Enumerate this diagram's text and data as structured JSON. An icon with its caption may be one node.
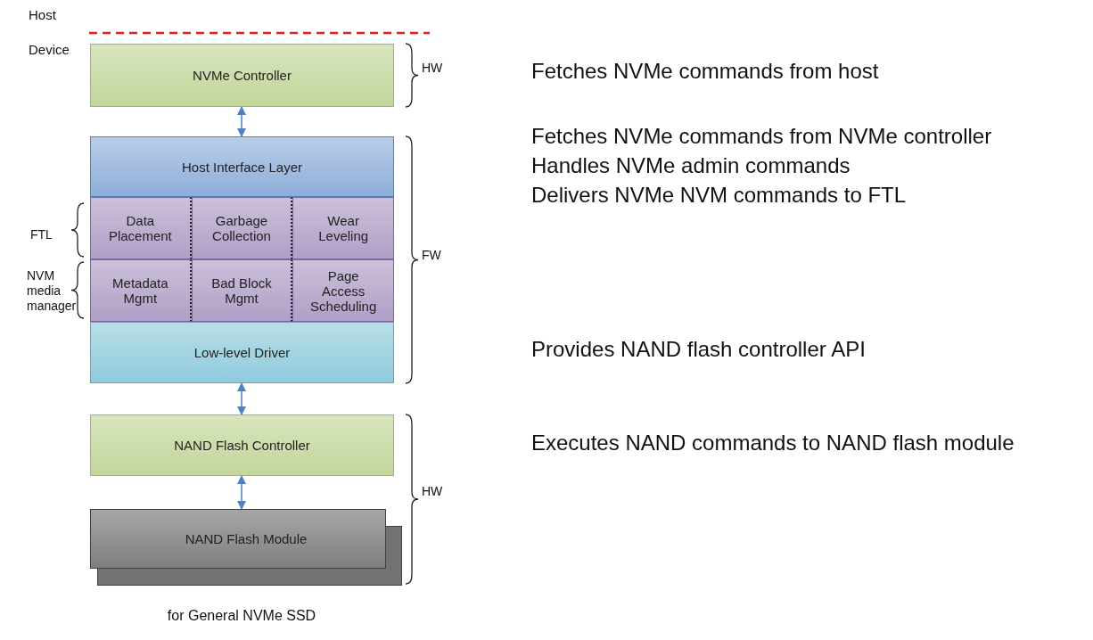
{
  "diagram": {
    "caption": "for General NVMe SSD",
    "nodes": [
      {
        "text": [
          "NVMe  Controller"
        ]
      },
      {
        "text": [
          "Host Interface Layer"
        ]
      },
      {
        "text": [
          "Data Placement"
        ]
      },
      {
        "text": [
          "Garbage Collection"
        ]
      },
      {
        "text": [
          "Wear Leveling"
        ]
      },
      {
        "text": [
          "Metadata Mgmt"
        ]
      },
      {
        "text": [
          "Bad Block Mgmt"
        ]
      },
      {
        "text": [
          "Page Access Scheduling"
        ]
      },
      {
        "text": [
          "Low-level Driver"
        ]
      },
      {
        "text": [
          "NAND  Flash Controller"
        ]
      },
      {
        "text": [
          "NAND  Flash Module"
        ]
      }
    ],
    "edges": [
      {
        "from": 0,
        "to": 1,
        "arrow": "both"
      },
      {
        "from": 8,
        "to": 9,
        "arrow": "both"
      },
      {
        "from": 9,
        "to": 10,
        "arrow": "both"
      }
    ],
    "labels": [
      "Host",
      "Device",
      "HW",
      "Fetches NVMe commands from host",
      "Fetches NVMe commands from NVMe controller",
      "Handles NVMe admin commands",
      "Delivers NVMe NVM commands to FTL",
      "FTL",
      "FW",
      "NVM media manager",
      "Provides NAND flash controller API",
      "Executes NAND commands to NAND flash module",
      "HW"
    ]
  }
}
